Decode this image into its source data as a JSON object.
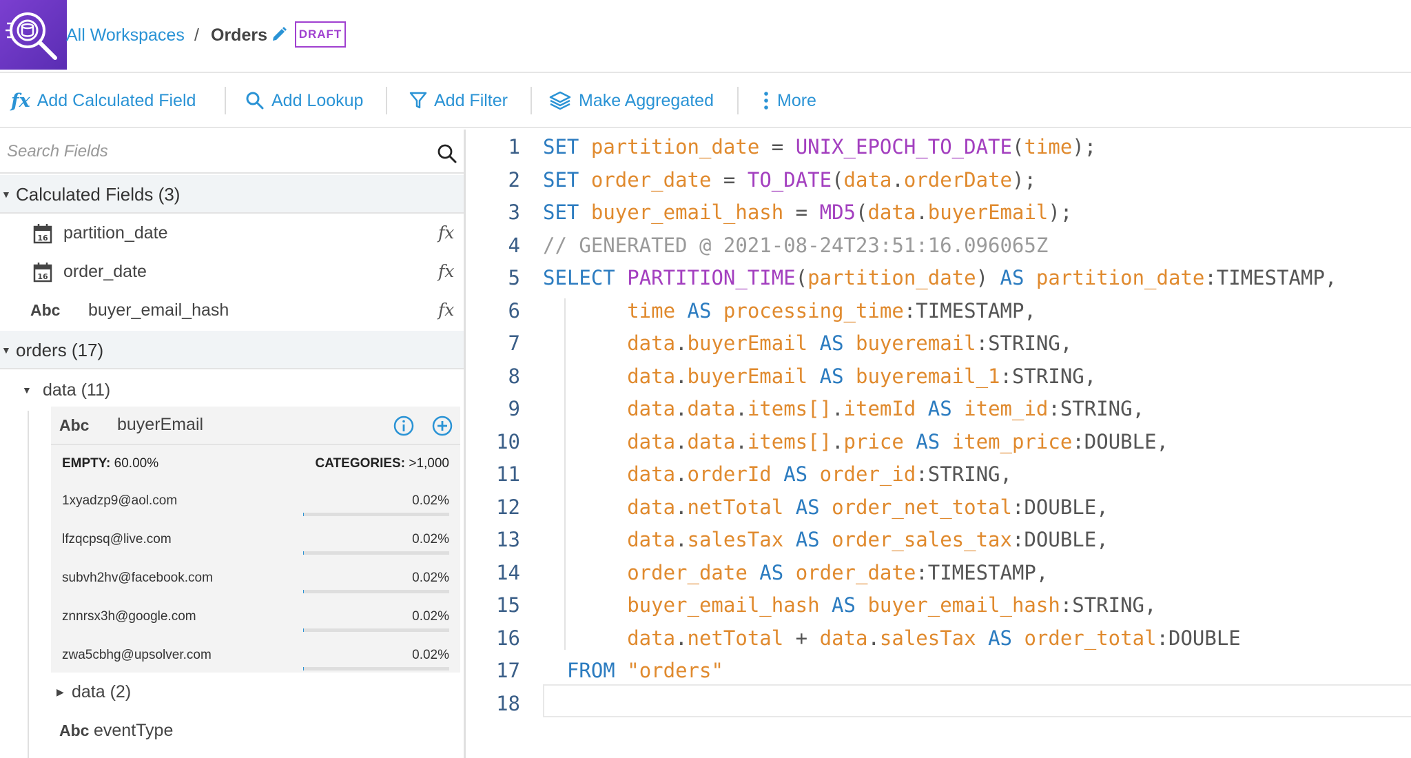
{
  "header": {
    "breadcrumb_root": "All Workspaces",
    "separator": "/",
    "current": "Orders",
    "badge": "DRAFT"
  },
  "toolbar": {
    "add_calculated_field": "Add Calculated Field",
    "add_lookup": "Add Lookup",
    "add_filter": "Add Filter",
    "make_aggregated": "Make Aggregated",
    "more": "More"
  },
  "sidebar": {
    "search_placeholder": "Search Fields",
    "calculated_header": "Calculated Fields (3)",
    "calculated_fields": [
      {
        "name": "partition_date",
        "type_icon": "calendar-icon",
        "fx": "fx"
      },
      {
        "name": "order_date",
        "type_icon": "calendar-icon",
        "fx": "fx"
      },
      {
        "name": "buyer_email_hash",
        "type": "Abc",
        "fx": "fx"
      }
    ],
    "orders_header": "orders (17)",
    "data_group": "data (11)",
    "expanded_field": {
      "type": "Abc",
      "name": "buyerEmail",
      "empty_label": "EMPTY:",
      "empty_value": "60.00%",
      "categories_label": "CATEGORIES:",
      "categories_value": ">1,000",
      "values": [
        {
          "email": "1xyadzp9@aol.com",
          "pct": "0.02%"
        },
        {
          "email": "lfzqcpsq@live.com",
          "pct": "0.02%"
        },
        {
          "email": "subvh2hv@facebook.com",
          "pct": "0.02%"
        },
        {
          "email": "znnrsx3h@google.com",
          "pct": "0.02%"
        },
        {
          "email": "zwa5cbhg@upsolver.com",
          "pct": "0.02%"
        }
      ]
    },
    "data_group_2": "data (2)",
    "event_type": {
      "type": "Abc",
      "name": "eventType"
    }
  },
  "editor": {
    "line_numbers": [
      "1",
      "2",
      "3",
      "4",
      "5",
      "6",
      "7",
      "8",
      "9",
      "10",
      "11",
      "12",
      "13",
      "14",
      "15",
      "16",
      "17",
      "18"
    ],
    "lines": [
      [
        [
          "kw",
          "SET"
        ],
        [
          "t",
          " "
        ],
        [
          "id",
          "partition_date"
        ],
        [
          "t",
          " = "
        ],
        [
          "fn",
          "UNIX_EPOCH_TO_DATE"
        ],
        [
          "t",
          "("
        ],
        [
          "id",
          "time"
        ],
        [
          "t",
          ");"
        ]
      ],
      [
        [
          "kw",
          "SET"
        ],
        [
          "t",
          " "
        ],
        [
          "id",
          "order_date"
        ],
        [
          "t",
          " = "
        ],
        [
          "fn",
          "TO_DATE"
        ],
        [
          "t",
          "("
        ],
        [
          "id",
          "data"
        ],
        [
          "t",
          "."
        ],
        [
          "id",
          "orderDate"
        ],
        [
          "t",
          ");"
        ]
      ],
      [
        [
          "kw",
          "SET"
        ],
        [
          "t",
          " "
        ],
        [
          "id",
          "buyer_email_hash"
        ],
        [
          "t",
          " = "
        ],
        [
          "fn",
          "MD5"
        ],
        [
          "t",
          "("
        ],
        [
          "id",
          "data"
        ],
        [
          "t",
          "."
        ],
        [
          "id",
          "buyerEmail"
        ],
        [
          "t",
          ");"
        ]
      ],
      [
        [
          "cm",
          "// GENERATED @ 2021-08-24T23:51:16.096065Z"
        ]
      ],
      [
        [
          "kw",
          "SELECT"
        ],
        [
          "t",
          " "
        ],
        [
          "fn",
          "PARTITION_TIME"
        ],
        [
          "t",
          "("
        ],
        [
          "id",
          "partition_date"
        ],
        [
          "t",
          ") "
        ],
        [
          "kw",
          "AS"
        ],
        [
          "t",
          " "
        ],
        [
          "id",
          "partition_date"
        ],
        [
          "t",
          ":TIMESTAMP,"
        ]
      ],
      [
        [
          "t",
          "       "
        ],
        [
          "id",
          "time"
        ],
        [
          "t",
          " "
        ],
        [
          "kw",
          "AS"
        ],
        [
          "t",
          " "
        ],
        [
          "id",
          "processing_time"
        ],
        [
          "t",
          ":TIMESTAMP,"
        ]
      ],
      [
        [
          "t",
          "       "
        ],
        [
          "id",
          "data"
        ],
        [
          "t",
          "."
        ],
        [
          "id",
          "buyerEmail"
        ],
        [
          "t",
          " "
        ],
        [
          "kw",
          "AS"
        ],
        [
          "t",
          " "
        ],
        [
          "id",
          "buyeremail"
        ],
        [
          "t",
          ":STRING,"
        ]
      ],
      [
        [
          "t",
          "       "
        ],
        [
          "id",
          "data"
        ],
        [
          "t",
          "."
        ],
        [
          "id",
          "buyerEmail"
        ],
        [
          "t",
          " "
        ],
        [
          "kw",
          "AS"
        ],
        [
          "t",
          " "
        ],
        [
          "id",
          "buyeremail_1"
        ],
        [
          "t",
          ":STRING,"
        ]
      ],
      [
        [
          "t",
          "       "
        ],
        [
          "id",
          "data"
        ],
        [
          "t",
          "."
        ],
        [
          "id",
          "data"
        ],
        [
          "t",
          "."
        ],
        [
          "id",
          "items[]"
        ],
        [
          "t",
          "."
        ],
        [
          "id",
          "itemId"
        ],
        [
          "t",
          " "
        ],
        [
          "kw",
          "AS"
        ],
        [
          "t",
          " "
        ],
        [
          "id",
          "item_id"
        ],
        [
          "t",
          ":STRING,"
        ]
      ],
      [
        [
          "t",
          "       "
        ],
        [
          "id",
          "data"
        ],
        [
          "t",
          "."
        ],
        [
          "id",
          "data"
        ],
        [
          "t",
          "."
        ],
        [
          "id",
          "items[]"
        ],
        [
          "t",
          "."
        ],
        [
          "id",
          "price"
        ],
        [
          "t",
          " "
        ],
        [
          "kw",
          "AS"
        ],
        [
          "t",
          " "
        ],
        [
          "id",
          "item_price"
        ],
        [
          "t",
          ":DOUBLE,"
        ]
      ],
      [
        [
          "t",
          "       "
        ],
        [
          "id",
          "data"
        ],
        [
          "t",
          "."
        ],
        [
          "id",
          "orderId"
        ],
        [
          "t",
          " "
        ],
        [
          "kw",
          "AS"
        ],
        [
          "t",
          " "
        ],
        [
          "id",
          "order_id"
        ],
        [
          "t",
          ":STRING,"
        ]
      ],
      [
        [
          "t",
          "       "
        ],
        [
          "id",
          "data"
        ],
        [
          "t",
          "."
        ],
        [
          "id",
          "netTotal"
        ],
        [
          "t",
          " "
        ],
        [
          "kw",
          "AS"
        ],
        [
          "t",
          " "
        ],
        [
          "id",
          "order_net_total"
        ],
        [
          "t",
          ":DOUBLE,"
        ]
      ],
      [
        [
          "t",
          "       "
        ],
        [
          "id",
          "data"
        ],
        [
          "t",
          "."
        ],
        [
          "id",
          "salesTax"
        ],
        [
          "t",
          " "
        ],
        [
          "kw",
          "AS"
        ],
        [
          "t",
          " "
        ],
        [
          "id",
          "order_sales_tax"
        ],
        [
          "t",
          ":DOUBLE,"
        ]
      ],
      [
        [
          "t",
          "       "
        ],
        [
          "id",
          "order_date"
        ],
        [
          "t",
          " "
        ],
        [
          "kw",
          "AS"
        ],
        [
          "t",
          " "
        ],
        [
          "id",
          "order_date"
        ],
        [
          "t",
          ":TIMESTAMP,"
        ]
      ],
      [
        [
          "t",
          "       "
        ],
        [
          "id",
          "buyer_email_hash"
        ],
        [
          "t",
          " "
        ],
        [
          "kw",
          "AS"
        ],
        [
          "t",
          " "
        ],
        [
          "id",
          "buyer_email_hash"
        ],
        [
          "t",
          ":STRING,"
        ]
      ],
      [
        [
          "t",
          "       "
        ],
        [
          "id",
          "data"
        ],
        [
          "t",
          "."
        ],
        [
          "id",
          "netTotal"
        ],
        [
          "t",
          " + "
        ],
        [
          "id",
          "data"
        ],
        [
          "t",
          "."
        ],
        [
          "id",
          "salesTax"
        ],
        [
          "t",
          " "
        ],
        [
          "kw",
          "AS"
        ],
        [
          "t",
          " "
        ],
        [
          "id",
          "order_total"
        ],
        [
          "t",
          ":DOUBLE"
        ]
      ],
      [
        [
          "t",
          "  "
        ],
        [
          "kw",
          "FROM"
        ],
        [
          "t",
          " "
        ],
        [
          "id",
          "\"orders\""
        ]
      ],
      []
    ]
  },
  "colors": {
    "accent": "#2a93d5",
    "brand": "#6a35c4",
    "badge": "#a040d0",
    "keyword": "#2c7cc0",
    "identifier": "#e08a2e",
    "function": "#a33fbf"
  }
}
